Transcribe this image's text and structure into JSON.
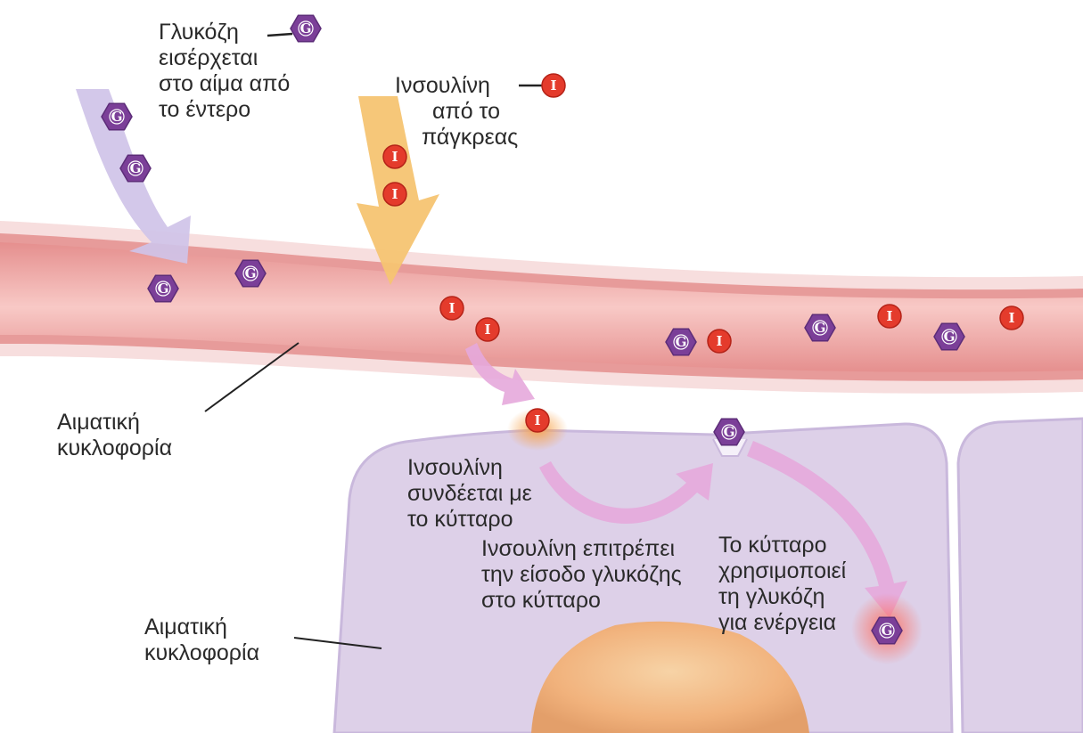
{
  "labels": {
    "glucose_enters": [
      "Γλυκόζη",
      "εισέρχεται",
      "στο αίμα από",
      "το έντερο"
    ],
    "insulin_from_pancreas": [
      "Ινσουλίνη",
      "από το",
      "πάγκρεας"
    ],
    "blood_circulation_vessel": [
      "Αιματική",
      "κυκλοφορία"
    ],
    "insulin_binds": [
      "Ινσουλίνη",
      "συνδέεται με",
      "το κύτταρο"
    ],
    "insulin_allows_entry": [
      "Ινσουλίνη επιτρέπει",
      "την είσοδο γλυκόζης",
      "στο κύτταρο"
    ],
    "cell_uses_glucose": [
      "Το κύτταρο",
      "χρησιμοποιεί",
      "τη γλυκόζη",
      "για ενέργεια"
    ],
    "blood_circulation_cell": [
      "Αιματική",
      "κυκλοφορία"
    ]
  },
  "molecules": {
    "glucose": {
      "symbol": "G",
      "color": "#7b3f98"
    },
    "insulin": {
      "symbol": "I",
      "color": "#e43b2c"
    }
  },
  "colors": {
    "vessel": "#f2a7a6",
    "cell": "#ddd0e8",
    "glucose_arrow": "#cfc3e8",
    "insulin_arrow": "#f6c472",
    "pathway_arrow": "#e6a8dc",
    "nucleus": "#f3b98a"
  }
}
